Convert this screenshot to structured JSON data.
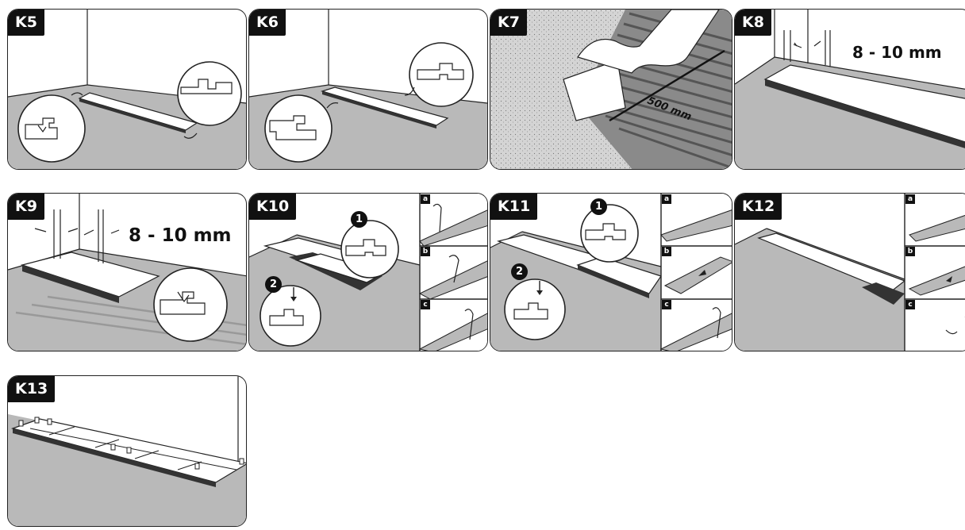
{
  "steps": {
    "k5": {
      "label": "K5"
    },
    "k6": {
      "label": "K6"
    },
    "k7": {
      "label": "K7",
      "measure": "500 mm"
    },
    "k8": {
      "label": "K8",
      "measure": "8 - 10 mm"
    },
    "k9": {
      "label": "K9",
      "measure": "8 - 10 mm"
    },
    "k10": {
      "label": "K10",
      "num1": "1",
      "num2": "2",
      "sub": [
        "a",
        "b",
        "c"
      ]
    },
    "k11": {
      "label": "K11",
      "num1": "1",
      "num2": "2",
      "sub": [
        "a",
        "b",
        "c"
      ]
    },
    "k12": {
      "label": "K12",
      "sub": [
        "a",
        "b",
        "c"
      ]
    },
    "k13": {
      "label": "K13"
    }
  },
  "colors": {
    "floor": "#b9b9b9",
    "line": "#1a1a1a",
    "wall": "#ffffff"
  }
}
